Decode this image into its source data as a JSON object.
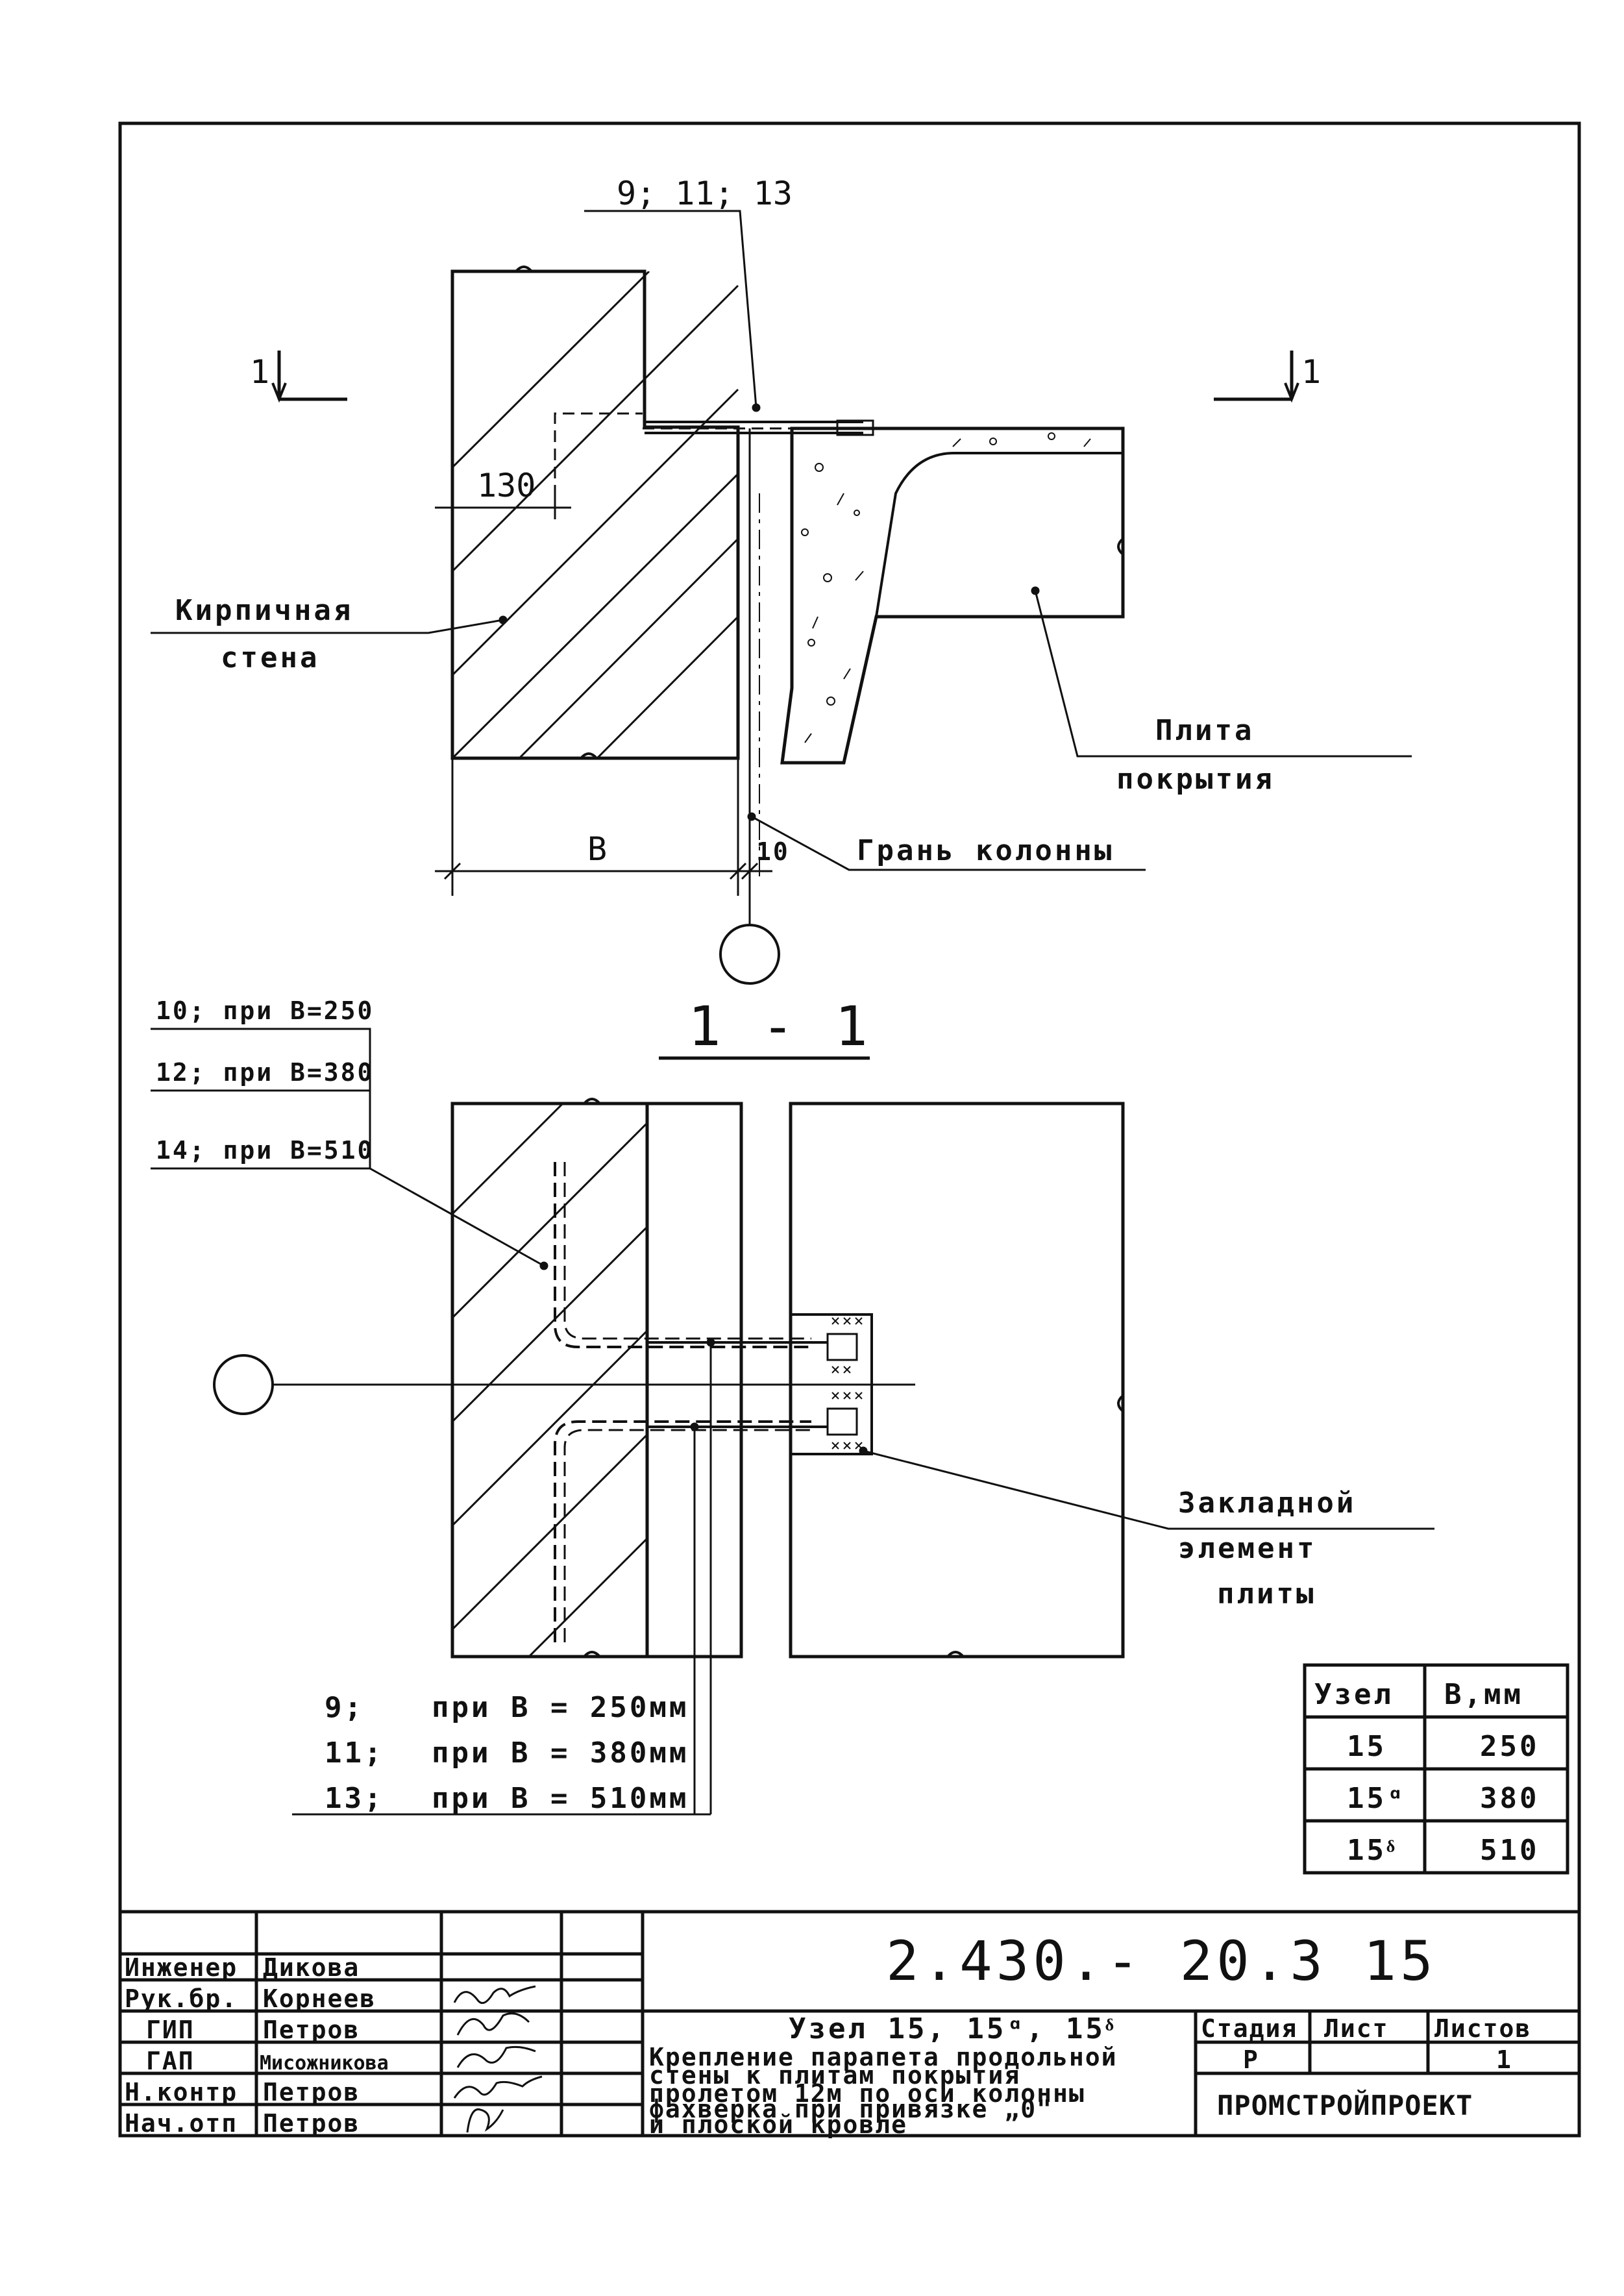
{
  "callouts": {
    "top_marks": "9; 11; 13",
    "section_left": "1",
    "section_right": "1",
    "dim_130": "130",
    "dim_b": "B",
    "dim_10": "10",
    "wall_line1": "Кирпичная",
    "wall_line2": "стена",
    "slab_line1": "Плита",
    "slab_line2": "покрытия",
    "column_face": "Грань колонны",
    "section_title": "1 - 1",
    "anchor_1": "10; при B=250",
    "anchor_2": "12; при B=380",
    "anchor_3": "14; при B=510",
    "embed_line1": "Закладной",
    "embed_line2": "элемент",
    "embed_line3": "плиты",
    "bar_1_mark": "9;",
    "bar_1_text": "при B = 250мм",
    "bar_2_mark": "11;",
    "bar_2_text": "при B = 380мм",
    "bar_3_mark": "13;",
    "bar_3_text": "при B = 510мм"
  },
  "node_table": {
    "headers": [
      "Узел",
      "B,мм"
    ],
    "rows": [
      [
        "15",
        "250"
      ],
      [
        "15ᵅ",
        "380"
      ],
      [
        "15ᵟ",
        "510"
      ]
    ]
  },
  "title_block": {
    "doc_code": "2.430.- 20.3  15",
    "staff": [
      {
        "role": "Инженер",
        "name": "Дикова"
      },
      {
        "role": "Рук.бр.",
        "name": "Корнеев"
      },
      {
        "role": "ГИП",
        "name": "Петров"
      },
      {
        "role": "ГАП",
        "name": "Мисожникова"
      },
      {
        "role": "Н.контр",
        "name": "Петров"
      },
      {
        "role": "Нач.отп",
        "name": "Петров"
      }
    ],
    "node_title": "Узел 15, 15ᵅ, 15ᵟ",
    "description": [
      "Крепление парапета продольной",
      "стены к плитам покрытия",
      "пролетом 12м по оси колонны",
      "фахверка при привязке „0\"",
      "и плоской кровле"
    ],
    "stage_label": "Стадия",
    "sheet_label": "Лист",
    "sheets_label": "Листов",
    "stage_value": "Р",
    "sheet_value": "",
    "sheets_value": "1",
    "organization": "ПРОМСТРОЙПРОЕКТ"
  }
}
